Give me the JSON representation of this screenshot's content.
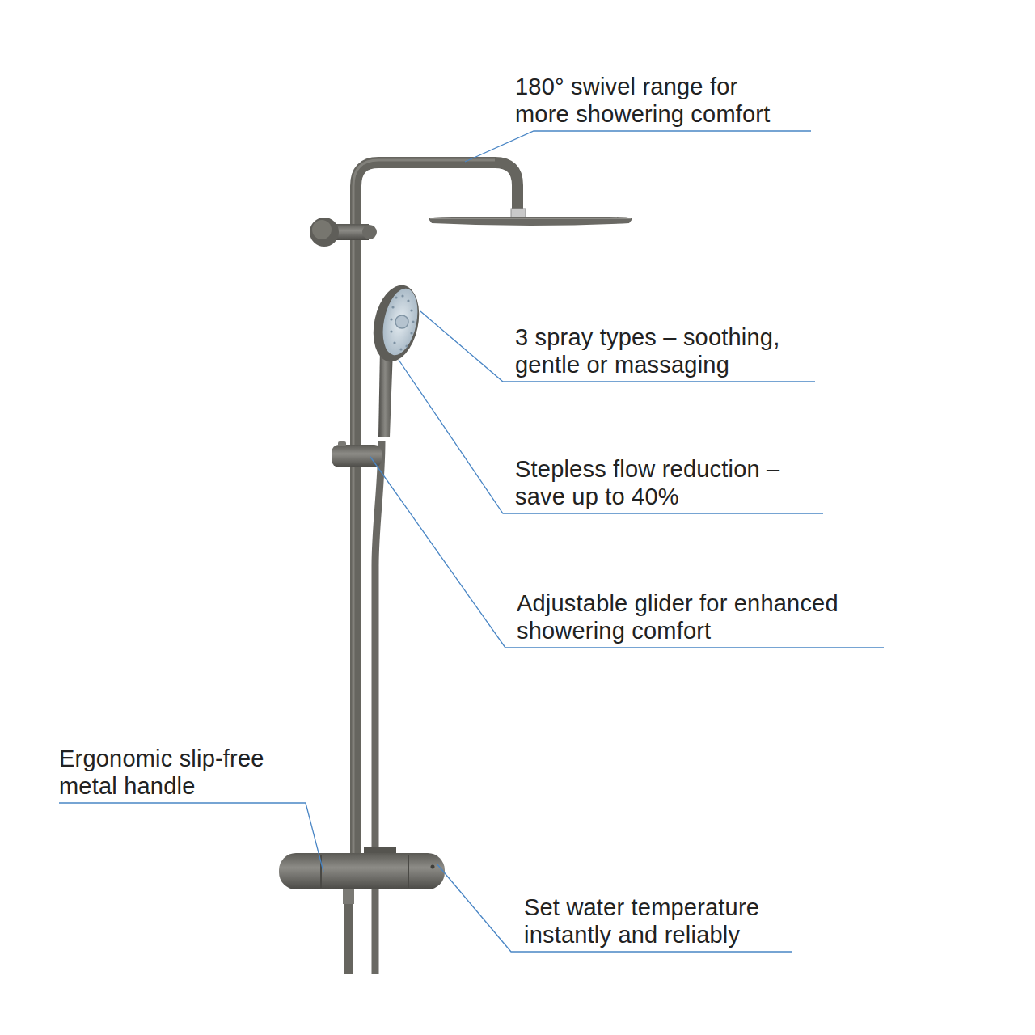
{
  "diagram": {
    "labels": [
      "180° swivel range for more showering comfort",
      "3 spray types – soothing, gentle or massaging",
      "Stepless flow reduction – save up to 40%",
      "Adjustable glider for enhanced showering comfort",
      "Ergonomic slip-free metal handle",
      "Set water temperature instantly and reliably"
    ]
  }
}
